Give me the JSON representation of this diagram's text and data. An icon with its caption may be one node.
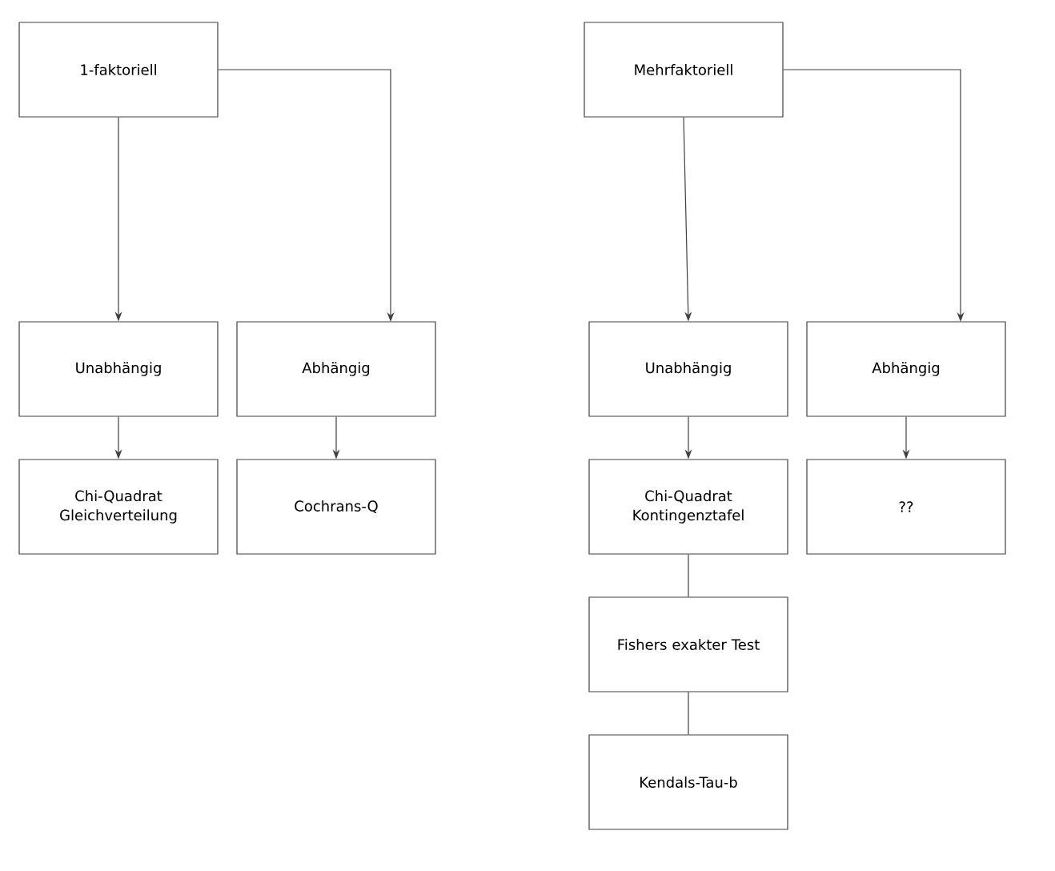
{
  "diagram": {
    "nodes": [
      {
        "text": [
          "1-faktoriell"
        ]
      },
      {
        "text": [
          "Mehrfaktoriell"
        ]
      },
      {
        "text": [
          "Unabhängig"
        ]
      },
      {
        "text": [
          "Abhängig"
        ]
      },
      {
        "text": [
          "Unabhängig"
        ]
      },
      {
        "text": [
          "Abhängig"
        ]
      },
      {
        "text": [
          "Chi-Quadrat Gleichverteilung"
        ]
      },
      {
        "text": [
          "Cochrans-Q"
        ]
      },
      {
        "text": [
          "Chi-Quadrat Kontingenztafel"
        ]
      },
      {
        "text": [
          "??"
        ]
      },
      {
        "text": [
          "Fishers exakter Test"
        ]
      },
      {
        "text": [
          "Kendals-Tau-b"
        ]
      }
    ],
    "edges": [
      {
        "from": 0,
        "to": 2,
        "arrow": "to"
      },
      {
        "from": 0,
        "to": 3,
        "arrow": "to"
      },
      {
        "from": 1,
        "to": 4,
        "arrow": "to"
      },
      {
        "from": 1,
        "to": 5,
        "arrow": "to"
      },
      {
        "from": 2,
        "to": 6,
        "arrow": "to"
      },
      {
        "from": 3,
        "to": 7,
        "arrow": "to"
      },
      {
        "from": 4,
        "to": 8,
        "arrow": "to"
      },
      {
        "from": 5,
        "to": 9,
        "arrow": "to"
      },
      {
        "from": 8,
        "to": 10,
        "arrow": "none"
      },
      {
        "from": 10,
        "to": 11,
        "arrow": "none"
      }
    ]
  }
}
